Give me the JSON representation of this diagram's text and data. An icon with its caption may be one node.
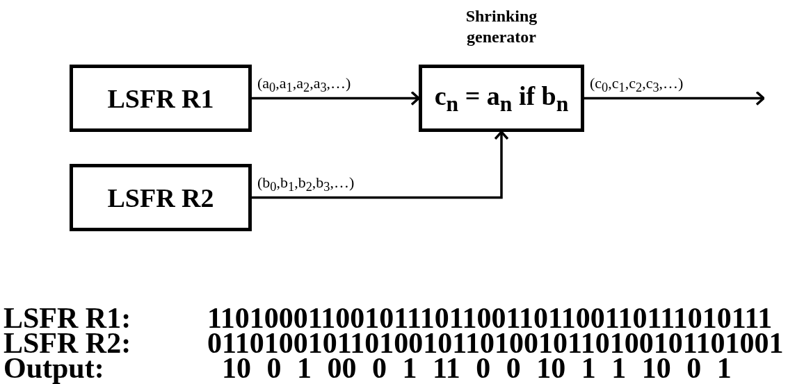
{
  "diagram": {
    "nodes": [
      {
        "text": [
          "LSFR R1"
        ]
      },
      {
        "text": [
          "LSFR R2"
        ]
      },
      {
        "text": [
          "c$_{n}$ = a$_{n}$ if b$_{n}$"
        ],
        "beside": [
          "Shrinking generator"
        ]
      }
    ],
    "edges": [
      {
        "from": 0,
        "to": 2,
        "arrow": "to",
        "label": "(a$_{0}$,a$_{1}$,a$_{2}$,a$_{3}$,…)"
      },
      {
        "from": 1,
        "to": 2,
        "arrow": "to",
        "label": "(b$_{0}$,b$_{1}$,b$_{2}$,b$_{3}$,…)"
      },
      {
        "from": 2,
        "to": null,
        "arrow": "to",
        "label": "(c$_{0}$,c$_{1}$,c$_{2}$,c$_{3}$,…)"
      }
    ],
    "labels": [
      "LSFR R1:",
      "1101000110010111011001101100110111010111",
      "LSFR R2:",
      "0110100101101001011010010110100101101001",
      "Output:",
      "10 0 1 00 0 1 11 0 0 10 1 1 10 0 1"
    ]
  }
}
